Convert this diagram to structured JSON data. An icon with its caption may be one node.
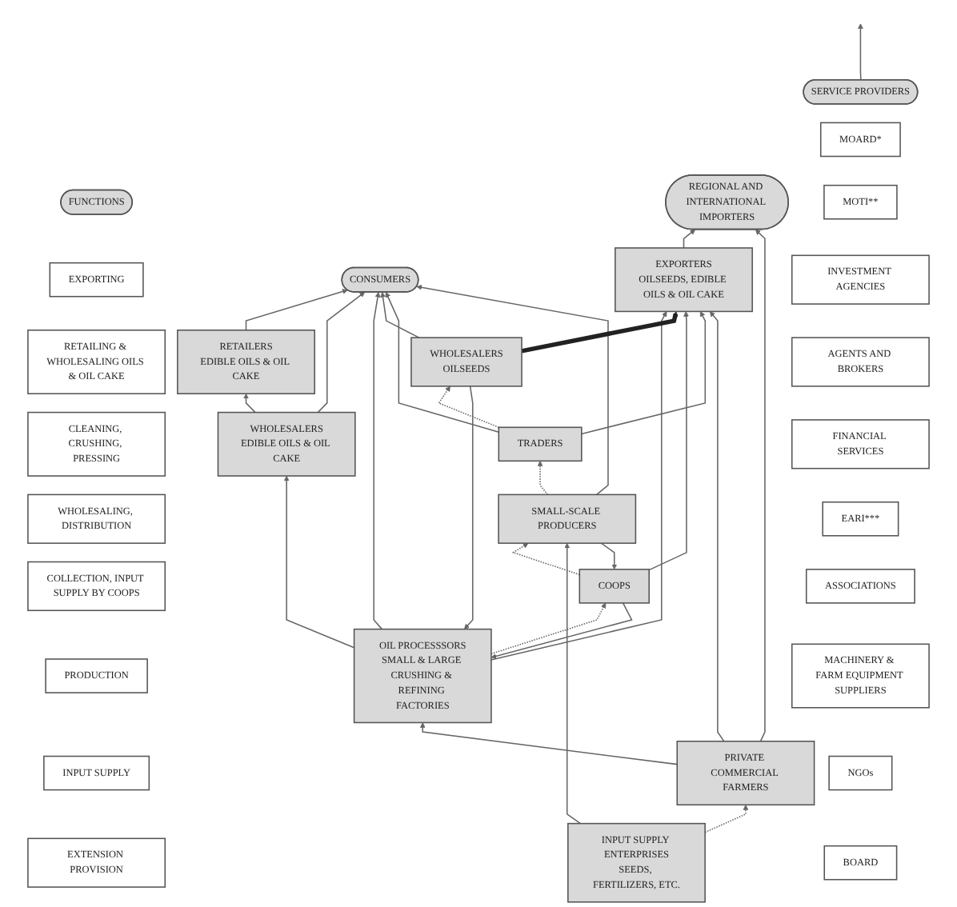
{
  "diagram": {
    "nodes": [
      {
        "text": [
          "FUNCTIONS"
        ]
      },
      {
        "text": [
          "EXPORTING"
        ]
      },
      {
        "text": [
          "RETAILING & WHOLESALING OILS & OIL CAKE"
        ]
      },
      {
        "text": [
          "CLEANING, CRUSHING, PRESSING"
        ]
      },
      {
        "text": [
          "WHOLESALING, DISTRIBUTION"
        ]
      },
      {
        "text": [
          "COLLECTION, INPUT SUPPLY BY COOPS"
        ]
      },
      {
        "text": [
          "PRODUCTION"
        ]
      },
      {
        "text": [
          "INPUT SUPPLY"
        ]
      },
      {
        "text": [
          "EXTENSION PROVISION"
        ]
      },
      {
        "text": [
          "CONSUMERS"
        ]
      },
      {
        "text": [
          "REGIONAL AND INTERNATIONAL IMPORTERS"
        ]
      },
      {
        "text": [
          "SERVICE PROVIDERS"
        ]
      },
      {
        "text": [
          "MOARD*"
        ]
      },
      {
        "text": [
          "MOTI**"
        ]
      },
      {
        "text": [
          "INVESTMENT AGENCIES"
        ]
      },
      {
        "text": [
          "AGENTS AND BROKERS"
        ]
      },
      {
        "text": [
          "FINANCIAL SERVICES"
        ]
      },
      {
        "text": [
          "EARI***"
        ]
      },
      {
        "text": [
          "ASSOCIATIONS"
        ]
      },
      {
        "text": [
          "MACHINERY & FARM EQUIPMENT SUPPLIERS"
        ]
      },
      {
        "text": [
          "NGOs"
        ]
      },
      {
        "text": [
          "BOARD"
        ]
      },
      {
        "text": [
          "RETAILERS",
          "EDIBLE OILS & OIL CAKE"
        ]
      },
      {
        "text": [
          "EXPORTERS",
          "OILSEEDS, EDIBLE OILS & OIL CAKE"
        ]
      },
      {
        "text": [
          "WHOLESALERS",
          "EDIBLE OILS & OIL CAKE"
        ]
      },
      {
        "text": [
          "OIL PROCESSSORS",
          "SMALL & LARGE CRUSHING & REFINING FACTORIES"
        ]
      },
      {
        "text": [
          "WHOLESALERS",
          "OILSEEDS"
        ]
      },
      {
        "text": [
          "COOPS"
        ]
      },
      {
        "text": [
          "TRADERS"
        ]
      },
      {
        "text": [
          "SMALL-SCALE PRODUCERS"
        ]
      },
      {
        "text": [
          "PRIVATE COMMERCIAL FARMERS"
        ]
      },
      {
        "text": [
          "INPUT SUPPLY ENTERPRISES",
          "SEEDS, FERTILIZERS, ETC."
        ]
      }
    ],
    "edges": [
      {
        "from": 22,
        "to": 9,
        "arrow": "to"
      },
      {
        "from": 24,
        "to": 9,
        "arrow": "to"
      },
      {
        "from": 25,
        "to": 9,
        "arrow": "to"
      },
      {
        "from": 26,
        "to": 9,
        "arrow": "to"
      },
      {
        "from": 28,
        "to": 9,
        "arrow": "to"
      },
      {
        "from": 29,
        "to": 9,
        "arrow": "to"
      },
      {
        "from": 23,
        "to": 10,
        "arrow": "to"
      },
      {
        "from": 30,
        "to": 10,
        "arrow": "to"
      },
      {
        "from": 24,
        "to": 22,
        "arrow": "to"
      },
      {
        "from": 25,
        "to": 23,
        "arrow": "to"
      },
      {
        "from": 26,
        "to": 23,
        "arrow": "to",
        "style": "thick",
        "color": "#222222"
      },
      {
        "from": 27,
        "to": 23,
        "arrow": "to"
      },
      {
        "from": 28,
        "to": 23,
        "arrow": "to"
      },
      {
        "from": 30,
        "to": 23,
        "arrow": "to"
      },
      {
        "from": 25,
        "to": 24,
        "arrow": "to"
      },
      {
        "from": 26,
        "to": 25,
        "arrow": "to"
      },
      {
        "from": 27,
        "to": 25,
        "arrow": "to"
      },
      {
        "from": 30,
        "to": 25,
        "arrow": "to"
      },
      {
        "from": 25,
        "to": 27,
        "arrow": "to",
        "style": "dashed"
      },
      {
        "from": 29,
        "to": 27,
        "arrow": "to"
      },
      {
        "from": 27,
        "to": 29,
        "arrow": "to",
        "style": "dashed"
      },
      {
        "from": 28,
        "to": 26,
        "arrow": "to",
        "style": "dashed"
      },
      {
        "from": 29,
        "to": 28,
        "arrow": "to",
        "style": "dashed"
      },
      {
        "from": 31,
        "to": 29,
        "arrow": "to"
      },
      {
        "from": 31,
        "to": 30,
        "arrow": "to",
        "style": "dashed"
      },
      {
        "from": 11,
        "to": null,
        "arrow": "to"
      }
    ]
  }
}
